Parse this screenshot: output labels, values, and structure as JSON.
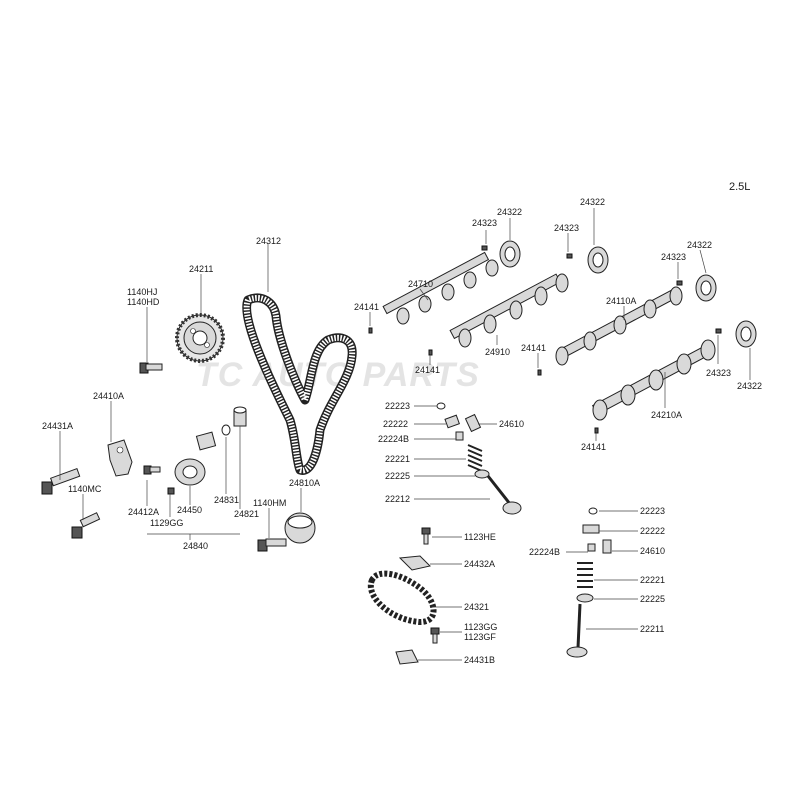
{
  "engine": "2.5L",
  "watermark": "TC AUTO PARTS",
  "labels": {
    "l_24312": "24312",
    "l_24211": "24211",
    "l_1140HJ": "1140HJ",
    "l_1140HD": "1140HD",
    "l_24410A": "24410A",
    "l_24431A": "24431A",
    "l_1140MC": "1140MC",
    "l_24412A": "24412A",
    "l_1129GG": "1129GG",
    "l_24450": "24450",
    "l_24831": "24831",
    "l_24821": "24821",
    "l_24840": "24840",
    "l_1140HM": "1140HM",
    "l_24810A": "24810A",
    "l_24710": "24710",
    "l_24141a": "24141",
    "l_24141b": "24141",
    "l_24141c": "24141",
    "l_24141d": "24141",
    "l_24910": "24910",
    "l_24323a": "24323",
    "l_24322a": "24322",
    "l_24323b": "24323",
    "l_24322b": "24322",
    "l_24323c": "24323",
    "l_24322c": "24322",
    "l_24323d": "24323",
    "l_24322d": "24322",
    "l_24110A": "24110A",
    "l_24210A": "24210A",
    "l_22223a": "22223",
    "l_22222a": "22222",
    "l_22224Ba": "22224B",
    "l_24610a": "24610",
    "l_22221a": "22221",
    "l_22225a": "22225",
    "l_22212": "22212",
    "l_1123HE": "1123HE",
    "l_24432A": "24432A",
    "l_24321": "24321",
    "l_1123GG": "1123GG",
    "l_1123GF": "1123GF",
    "l_24431B": "24431B",
    "l_22223b": "22223",
    "l_22222b": "22222",
    "l_22224Bb": "22224B",
    "l_24610b": "24610",
    "l_22221b": "22221",
    "l_22225b": "22225",
    "l_22211": "22211"
  }
}
